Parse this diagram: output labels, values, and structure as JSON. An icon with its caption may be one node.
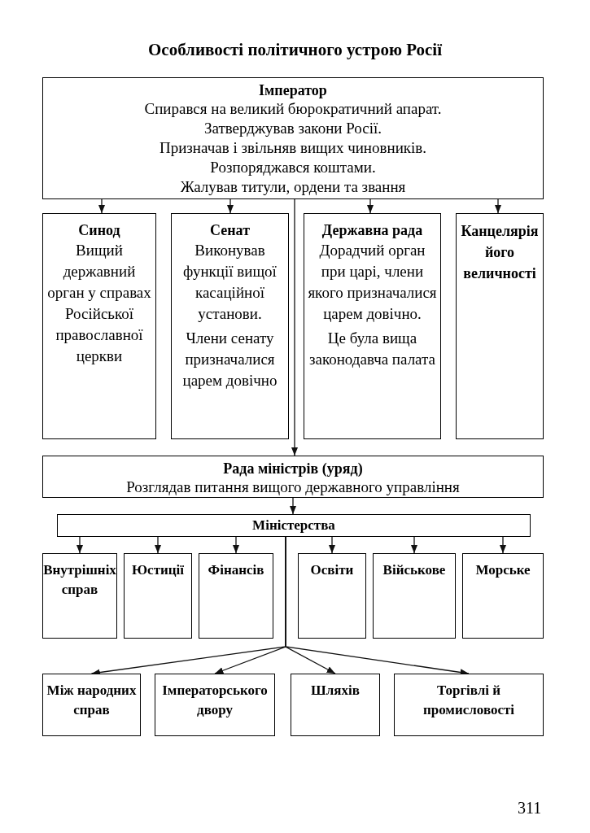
{
  "diagram": {
    "title": "Особливості політичного устрою Росії",
    "nodes": [
      {
        "text": [
          "Імператор",
          "Спирався на великий бюрократичний апарат.",
          "Затверджував закони Росії.",
          "Призначав і звільняв вищих чиновників.",
          "Розпоряджався коштами.",
          "Жалував титули, ордени та звання"
        ]
      },
      {
        "text": [
          "Синод",
          "Вищий державний орган у справах Російської православної церкви"
        ]
      },
      {
        "text": [
          "Сенат",
          "Виконував функції вищої касаційної установи.",
          "Члени сенату призначалися царем довічно"
        ]
      },
      {
        "text": [
          "Державна рада",
          "Дорадчий орган при царі, члени якого призначалися царем довічно.",
          "Це була вища законодавча палата"
        ]
      },
      {
        "text": [
          "Канцелярія його величності"
        ]
      },
      {
        "text": [
          "Рада міністрів (уряд)",
          "Розглядав питання вищого державного управління"
        ]
      },
      {
        "text": [
          "Міністерства"
        ]
      },
      {
        "text": [
          "Внутрішніх справ"
        ]
      },
      {
        "text": [
          "Юстиції"
        ]
      },
      {
        "text": [
          "Фінансів"
        ]
      },
      {
        "text": [
          "Освіти"
        ]
      },
      {
        "text": [
          "Військове"
        ]
      },
      {
        "text": [
          "Морське"
        ]
      },
      {
        "text": [
          "Між народних справ"
        ]
      },
      {
        "text": [
          "Імператорського двору"
        ]
      },
      {
        "text": [
          "Шляхів"
        ]
      },
      {
        "text": [
          "Торгівлі й промисловості"
        ]
      }
    ],
    "edges": [
      {
        "from": 0,
        "to": 1,
        "arrow": "to"
      },
      {
        "from": 0,
        "to": 2,
        "arrow": "to"
      },
      {
        "from": 0,
        "to": 3,
        "arrow": "to"
      },
      {
        "from": 0,
        "to": 4,
        "arrow": "to"
      },
      {
        "from": 0,
        "to": 5,
        "arrow": "to"
      },
      {
        "from": 5,
        "to": 6,
        "arrow": "to"
      },
      {
        "from": 6,
        "to": 7,
        "arrow": "to"
      },
      {
        "from": 6,
        "to": 8,
        "arrow": "to"
      },
      {
        "from": 6,
        "to": 9,
        "arrow": "to"
      },
      {
        "from": 6,
        "to": 10,
        "arrow": "to"
      },
      {
        "from": 6,
        "to": 11,
        "arrow": "to"
      },
      {
        "from": 6,
        "to": 12,
        "arrow": "to"
      },
      {
        "from": 6,
        "to": 13,
        "arrow": "to"
      },
      {
        "from": 6,
        "to": 14,
        "arrow": "to"
      },
      {
        "from": 6,
        "to": 15,
        "arrow": "to"
      },
      {
        "from": 6,
        "to": 16,
        "arrow": "to"
      }
    ],
    "labels": [
      "311"
    ]
  }
}
